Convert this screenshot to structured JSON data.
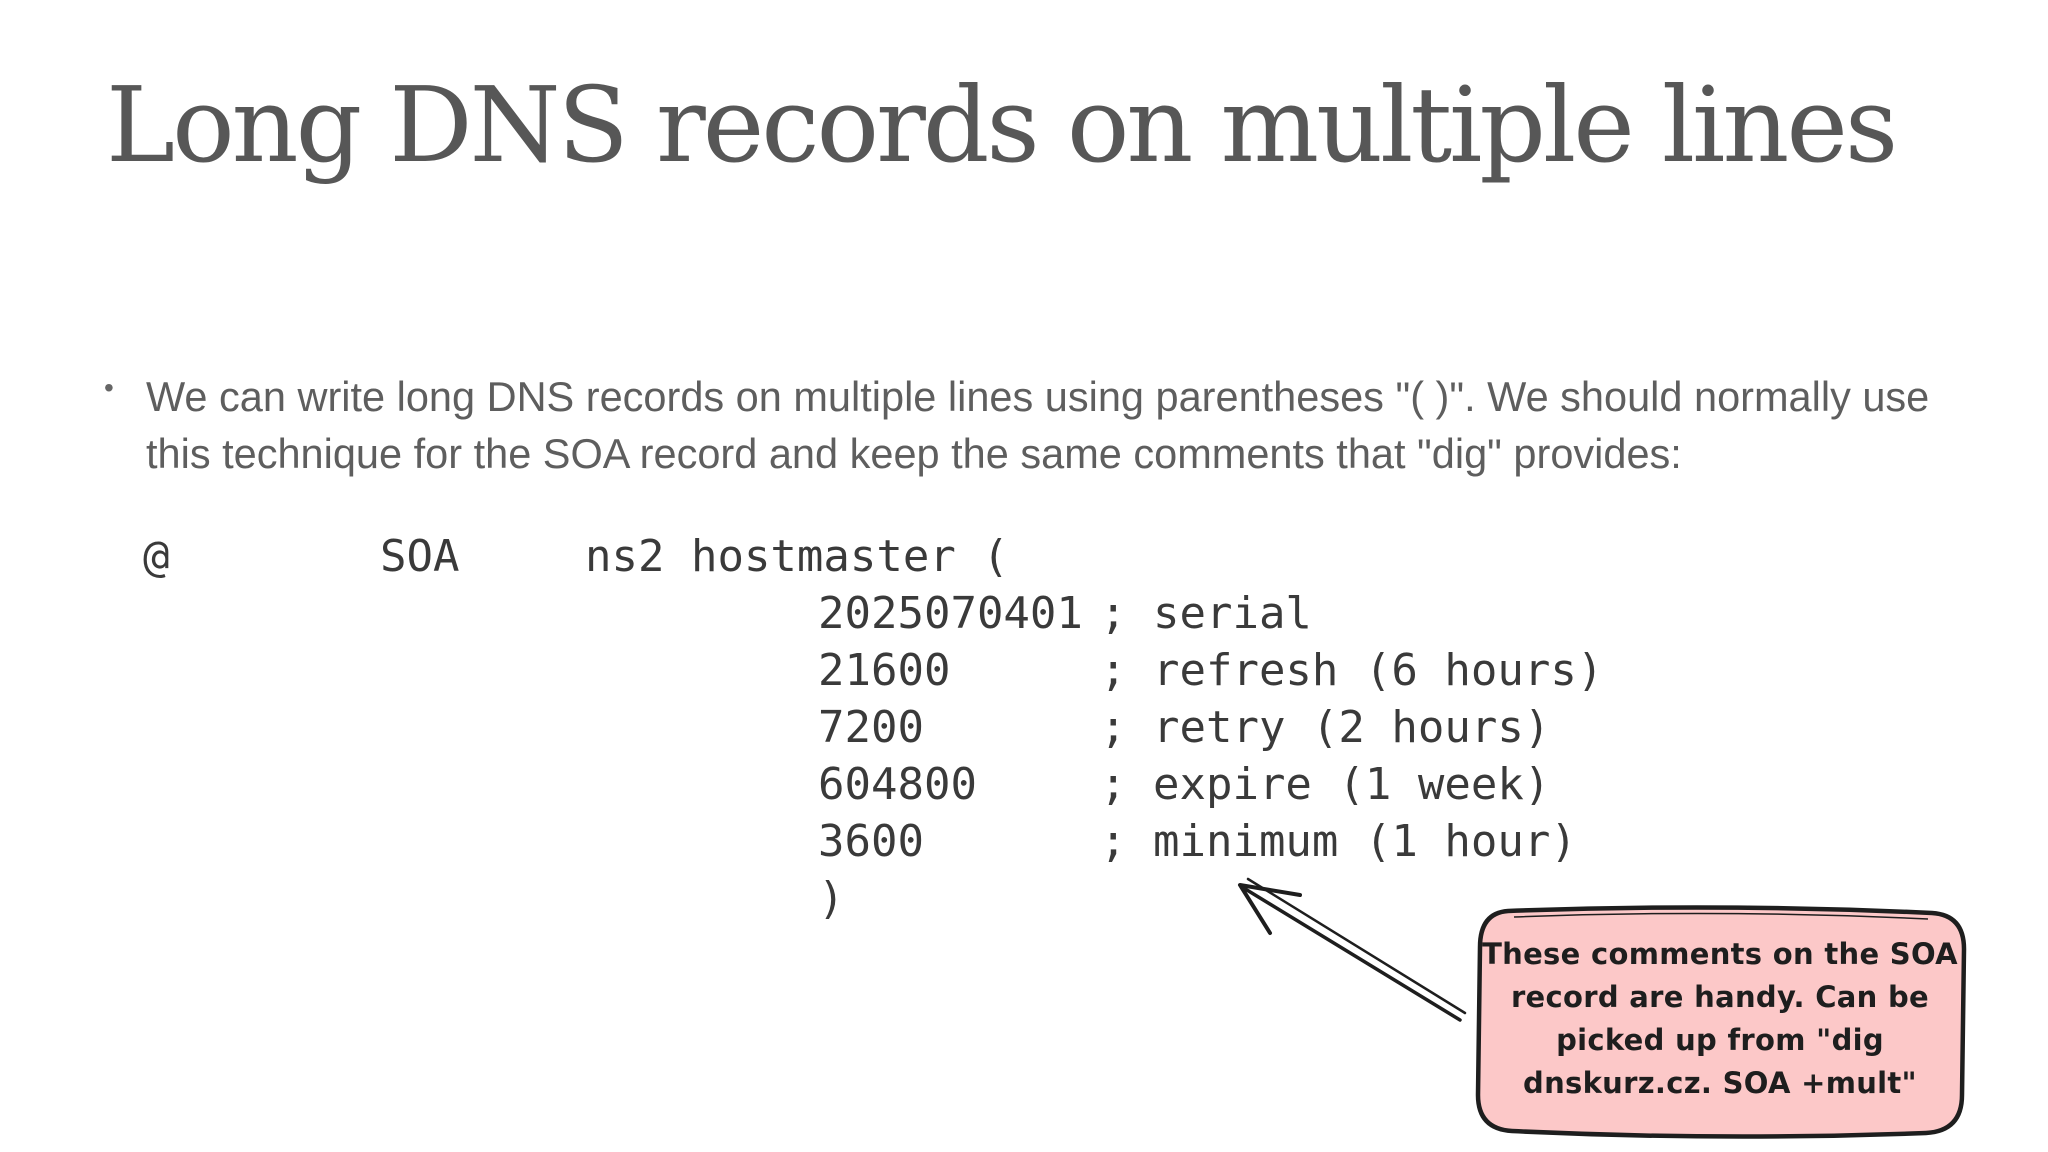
{
  "slide": {
    "title": "Long DNS records on multiple lines",
    "bullet": "We can write long DNS records on multiple lines using parentheses \"( )\". We should normally use this technique for the SOA record and keep the same comments that \"dig\" provides:"
  },
  "code": {
    "owner": "@",
    "type": "SOA",
    "head": "ns2 hostmaster (",
    "rows": [
      {
        "value": "2025070401",
        "comment": "; serial"
      },
      {
        "value": "21600",
        "comment": "; refresh (6 hours)"
      },
      {
        "value": "7200",
        "comment": "; retry (2 hours)"
      },
      {
        "value": "604800",
        "comment": "; expire (1 week)"
      },
      {
        "value": "3600",
        "comment": "; minimum (1 hour)"
      }
    ],
    "close": ")"
  },
  "annotation": {
    "text": "These comments on the SOA record are handy. Can be picked up from \"dig dnskurz.cz. SOA +mult\"",
    "fill_color": "#fcc8c8",
    "stroke_color": "#1e1e1e"
  }
}
